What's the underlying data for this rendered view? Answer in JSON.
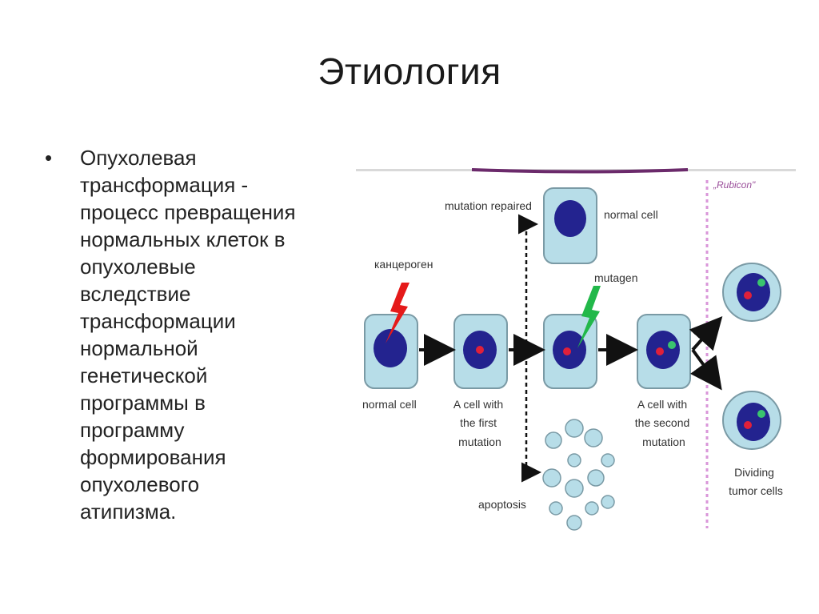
{
  "slide": {
    "title": "Этиология",
    "bullet_marker": "•",
    "bullet_text": "Опухолевая\nтрансформация -\nпроцесс превращения\nнормальных клеток в\nопухолевые\nвследствие\nтрансформации\nнормальной\nгенетической\nпрограммы в\nпрограмму\nформирования\nопухолевого\nатипизма."
  },
  "diagram": {
    "rubicon_label": "„Rubicon\"",
    "mutation_repaired": "mutation repaired",
    "normal_cell_top": "normal cell",
    "carcinogen": "канцероген",
    "mutagen": "mutagen",
    "normal_cell_label": "normal cell",
    "first_mutation": [
      "A cell with",
      "the first",
      "mutation"
    ],
    "second_mutation": [
      "A cell with",
      "the second",
      "mutation"
    ],
    "apoptosis": "apoptosis",
    "dividing": [
      "Dividing",
      "tumor cells"
    ],
    "colors": {
      "cell_fill": "#b7dde8",
      "cell_stroke": "#7a9aa5",
      "nucleus": "#23238f",
      "red_dot": "#e0203a",
      "green_dot": "#3ac46e",
      "bolt_red": "#e51a1a",
      "bolt_green": "#22b84a",
      "rubicon_line": "#d996d9",
      "top_band": "#6b2a6b"
    }
  }
}
